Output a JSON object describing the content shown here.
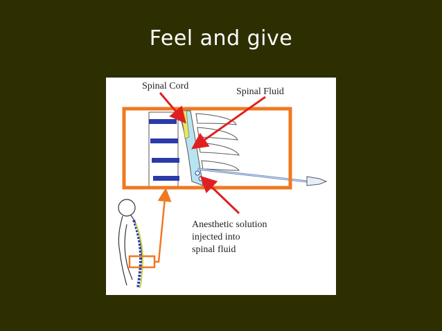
{
  "slide": {
    "title": "Feel and give"
  },
  "diagram": {
    "labels": {
      "spinal_cord": "Spinal Cord",
      "spinal_fluid": "Spinal Fluid",
      "anesthetic_line1": "Anesthetic solution",
      "anesthetic_line2": "injected into",
      "anesthetic_line3": "spinal fluid"
    }
  },
  "colors": {
    "background": "#2d2f00",
    "highlight_box": "#f07820",
    "arrow": "#e02020",
    "spinal_cord": "#e8e860",
    "spinal_fluid": "#b8e4f0",
    "disc": "#2a3aa8"
  }
}
